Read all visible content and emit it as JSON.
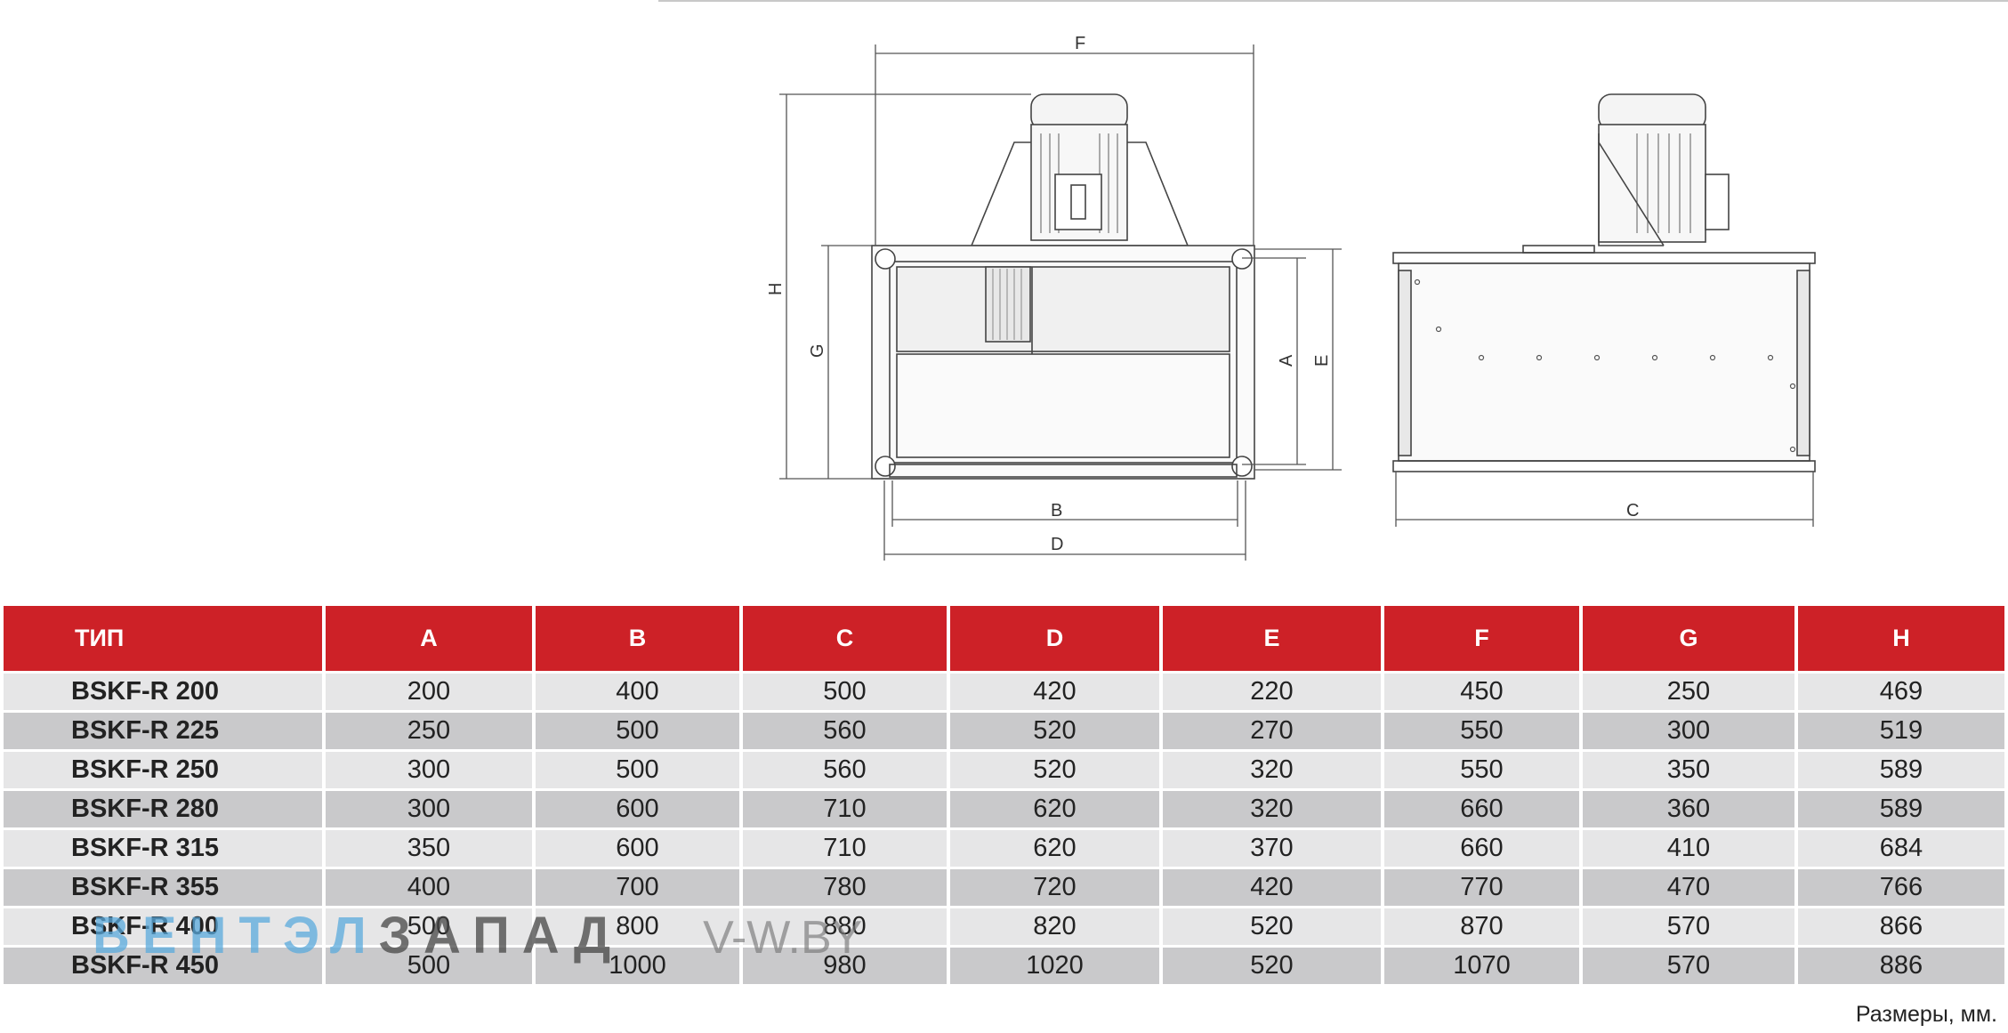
{
  "drawing": {
    "dims_front": [
      "F",
      "H",
      "G",
      "A",
      "E",
      "B",
      "D"
    ],
    "dims_side": [
      "C"
    ]
  },
  "table": {
    "headers": [
      "ТИП",
      "A",
      "B",
      "C",
      "D",
      "E",
      "F",
      "G",
      "H"
    ],
    "rows": [
      [
        "BSKF-R 200",
        "200",
        "400",
        "500",
        "420",
        "220",
        "450",
        "250",
        "469"
      ],
      [
        "BSKF-R 225",
        "250",
        "500",
        "560",
        "520",
        "270",
        "550",
        "300",
        "519"
      ],
      [
        "BSKF-R 250",
        "300",
        "500",
        "560",
        "520",
        "320",
        "550",
        "350",
        "589"
      ],
      [
        "BSKF-R 280",
        "300",
        "600",
        "710",
        "620",
        "320",
        "660",
        "360",
        "589"
      ],
      [
        "BSKF-R 315",
        "350",
        "600",
        "710",
        "620",
        "370",
        "660",
        "410",
        "684"
      ],
      [
        "BSKF-R 355",
        "400",
        "700",
        "780",
        "720",
        "420",
        "770",
        "470",
        "766"
      ],
      [
        "BSKF-R 400",
        "500",
        "800",
        "880",
        "820",
        "520",
        "870",
        "570",
        "866"
      ],
      [
        "BSKF-R 450",
        "500",
        "1000",
        "980",
        "1020",
        "520",
        "1070",
        "570",
        "886"
      ]
    ]
  },
  "watermark": {
    "part1": "ВЕНТЭЛ",
    "part2": "ЗАПАД",
    "part3": "V-W.BY"
  },
  "units_note": "Размеры, мм.",
  "colors": {
    "header": "#cd2127",
    "row_light": "#e6e6e7",
    "row_dark": "#c9c9cb"
  }
}
